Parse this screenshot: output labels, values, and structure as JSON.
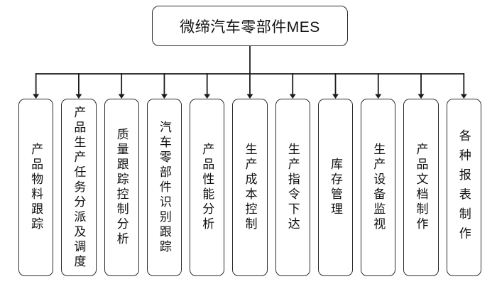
{
  "diagram": {
    "title": "微缔汽车零部件MES",
    "root": {
      "label": "微缔汽车零部件MES"
    },
    "modules": [
      {
        "label": "产品物料跟踪"
      },
      {
        "label": "产品生产任务分派及调度"
      },
      {
        "label": "质量跟踪控制分析"
      },
      {
        "label": "汽车零部件识别跟踪"
      },
      {
        "label": "产品性能分析"
      },
      {
        "label": "生产成本控制"
      },
      {
        "label": "生产指令下达"
      },
      {
        "label": "库存管理"
      },
      {
        "label": "生产设备监视"
      },
      {
        "label": "产品文档制作"
      },
      {
        "label": "各种报表制作"
      }
    ],
    "colors": {
      "background": "#ffffff",
      "line": "#1c1c1c",
      "border": "#2b2b2b",
      "text": "#111111"
    }
  }
}
